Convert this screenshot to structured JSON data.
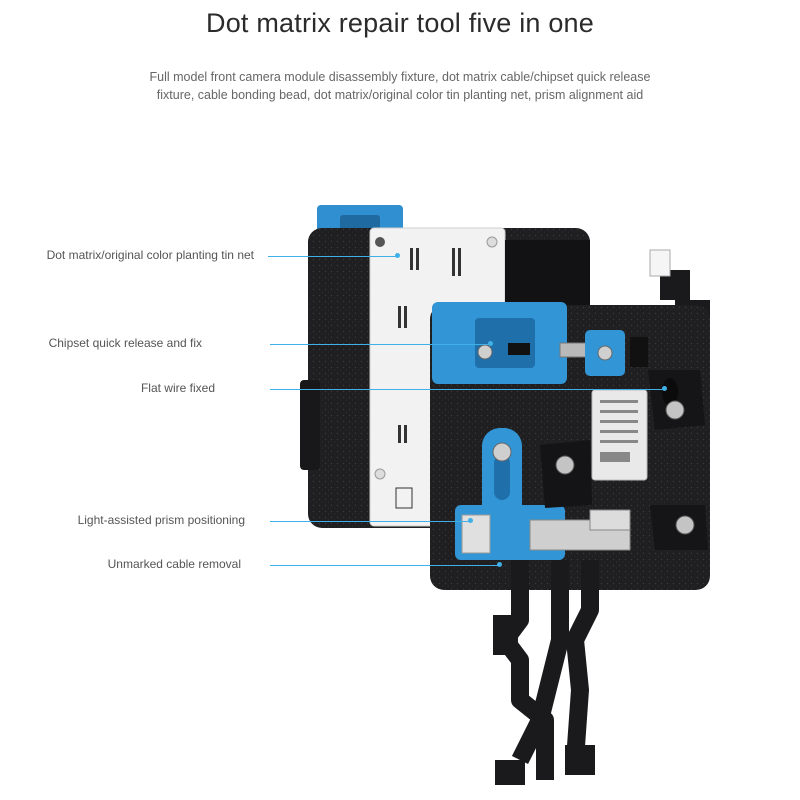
{
  "header": {
    "title": "Dot matrix repair tool five in one",
    "subtitle": "Full model front camera module disassembly fixture, dot matrix cable/chipset quick release fixture, cable bonding bead, dot matrix/original color tin planting net, prism alignment aid"
  },
  "callouts": [
    {
      "label": "Dot matrix/original color planting tin net"
    },
    {
      "label": "Chipset quick release and fix"
    },
    {
      "label": "Flat wire fixed"
    },
    {
      "label": "Light-assisted prism positioning"
    },
    {
      "label": "Unmarked cable removal"
    }
  ],
  "colors": {
    "accent_blue": "#2f8fd0",
    "line_blue": "#3fb0e8",
    "fixture_black": "#1d1d1f",
    "stencil_white": "#f2f2f2"
  }
}
